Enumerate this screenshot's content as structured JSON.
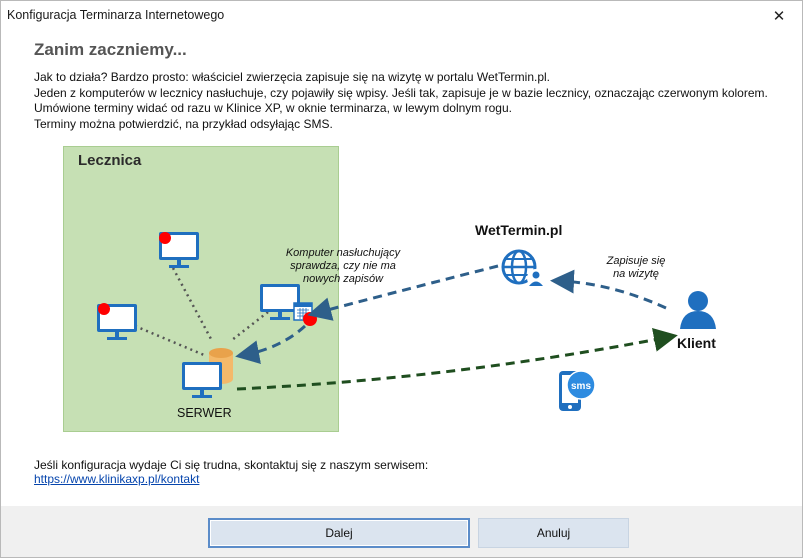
{
  "window": {
    "title": "Konfiguracja Terminarza Internetowego",
    "close_glyph": "✕"
  },
  "heading": "Zanim zaczniemy...",
  "intro_lines": [
    "Jak to działa? Bardzo prosto: właściciel zwierzęcia zapisuje się na wizytę w portalu WetTermin.pl.",
    "Jeden z komputerów w lecznicy nasłuchuje, czy pojawiły się wpisy. Jeśli tak, zapisuje je w bazie lecznicy, oznaczając czerwonym kolorem.",
    "Umówione terminy widać od razu w Klinice XP, w oknie terminarza, w lewym dolnym rogu.",
    "Terminy można potwierdzić, na przykład odsyłając SMS."
  ],
  "diagram": {
    "clinic_label": "Lecznica",
    "server_label": "SERWER",
    "portal_label": "WetTermin.pl",
    "client_label": "Klient",
    "listener_note": [
      "Komputer nasłuchujący",
      "sprawdza, czy nie ma",
      "nowych zapisów"
    ],
    "signup_note": [
      "Zapisuje się",
      "na wizytę"
    ],
    "sms_badge": "sms",
    "icons": [
      "computer-icon",
      "server-database-icon",
      "calendar-icon",
      "globe-user-icon",
      "client-person-icon",
      "phone-sms-icon"
    ],
    "colors": {
      "clinic_bg": "#c6e0b4",
      "arrow_blue": "#2e5f8a",
      "arrow_green": "#1f4e1f",
      "marker_red": "#ff0000",
      "icon_blue": "#1f6fbf",
      "db_orange": "#f4b96a"
    }
  },
  "footer": {
    "text": "Jeśli konfiguracja wydaje Ci się trudna, skontaktuj się z naszym serwisem:",
    "link": "https://www.klinikaxp.pl/kontakt"
  },
  "buttons": {
    "next": "Dalej",
    "cancel": "Anuluj"
  }
}
